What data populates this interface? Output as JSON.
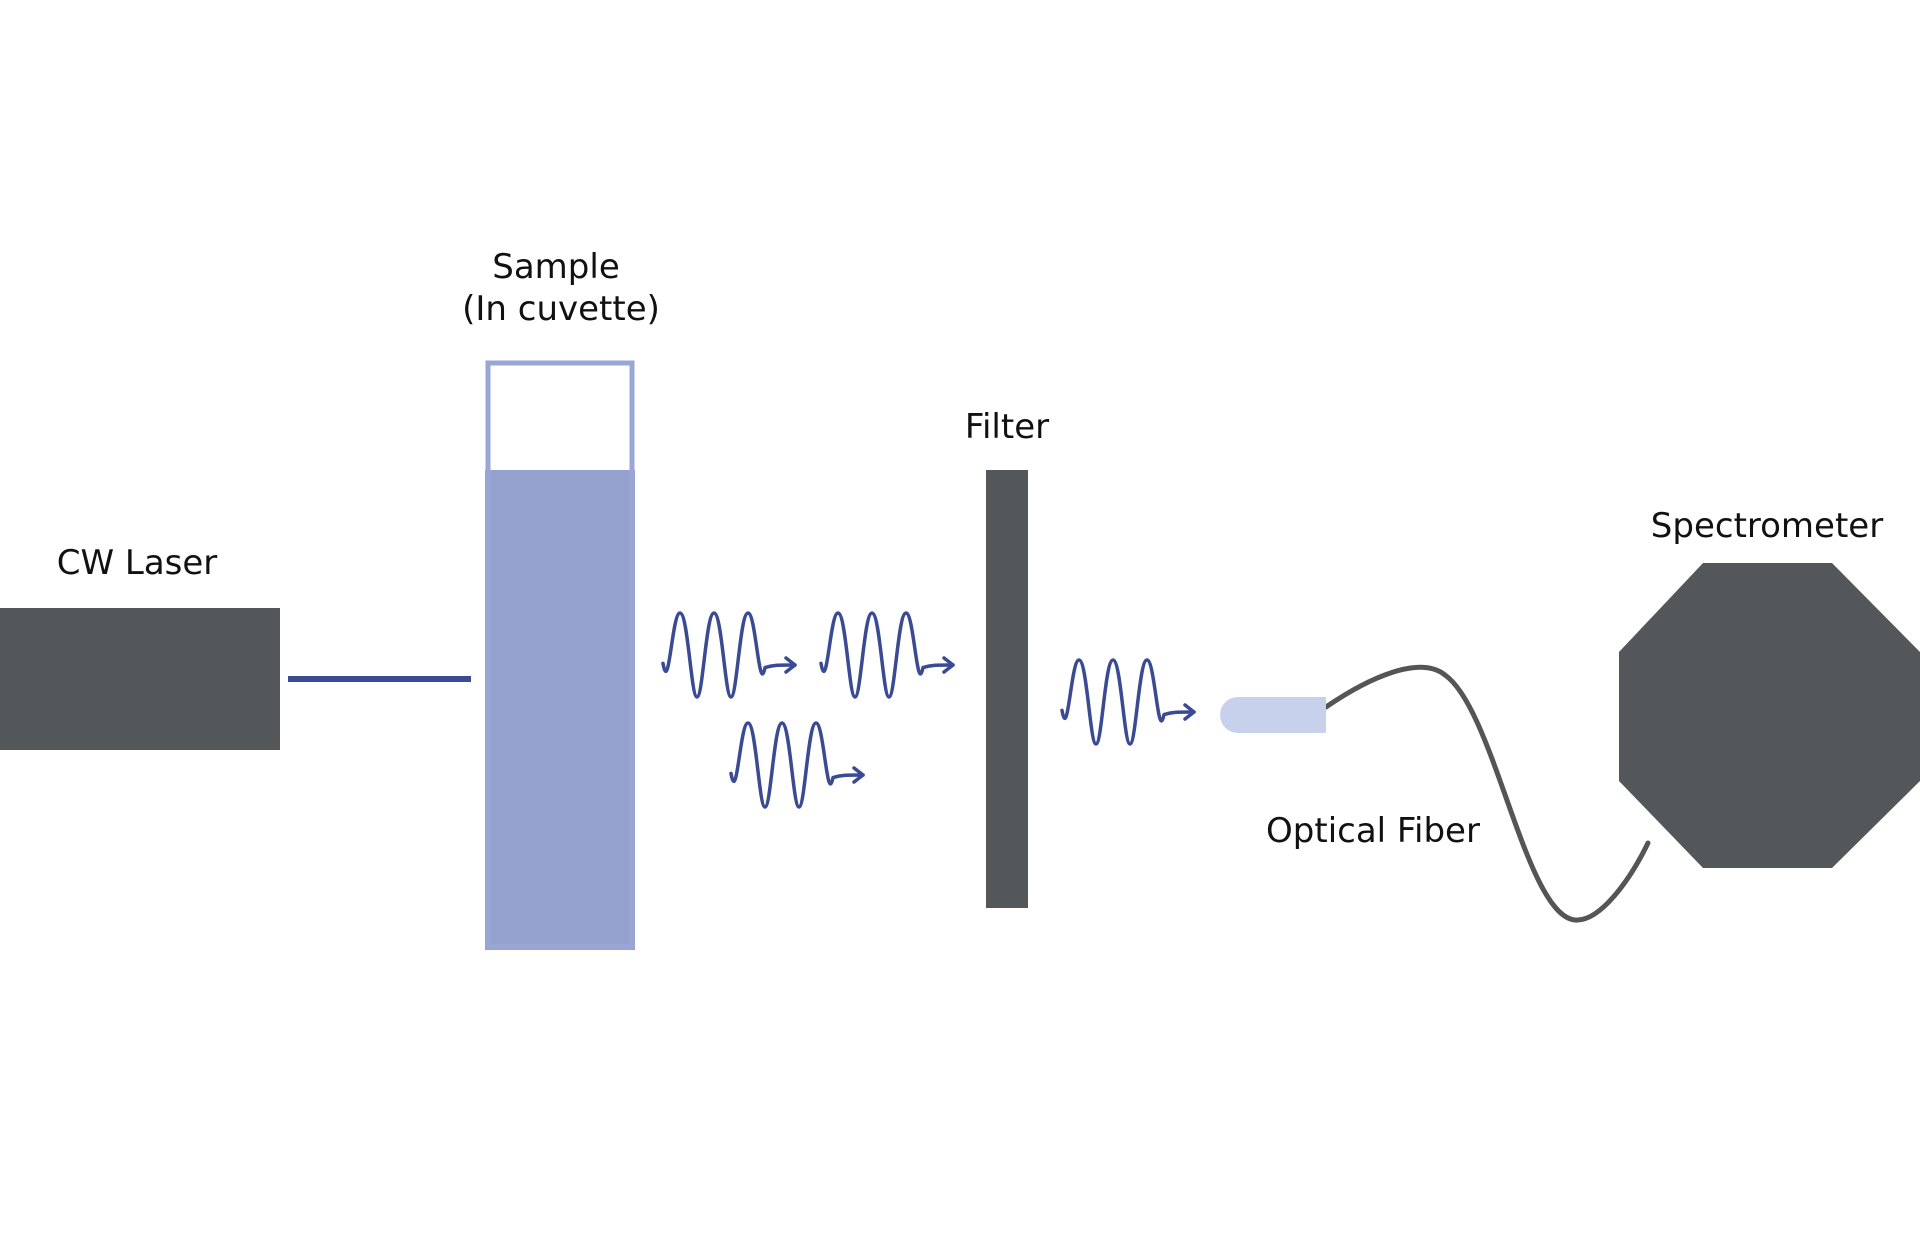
{
  "labels": {
    "laser": "CW Laser",
    "sample_line1": "Sample",
    "sample_line2": "(In cuvette)",
    "filter": "Filter",
    "fiber": "Optical Fiber",
    "spectrometer": "Spectrometer"
  },
  "colors": {
    "device_gray": "#54575a",
    "beam_blue": "#3a4a93",
    "sample_fill": "#95a1cf",
    "cuvette_outline": "#9aa6d6",
    "fiber_tip": "#c8d1ec",
    "fiber_cable": "#555555"
  },
  "icons": {
    "laser": "laser-block",
    "cuvette": "cuvette",
    "filter": "filter-bar",
    "fiber": "optical-fiber",
    "spectrometer": "octagon-spectrometer",
    "emission": "wavy-arrow"
  }
}
